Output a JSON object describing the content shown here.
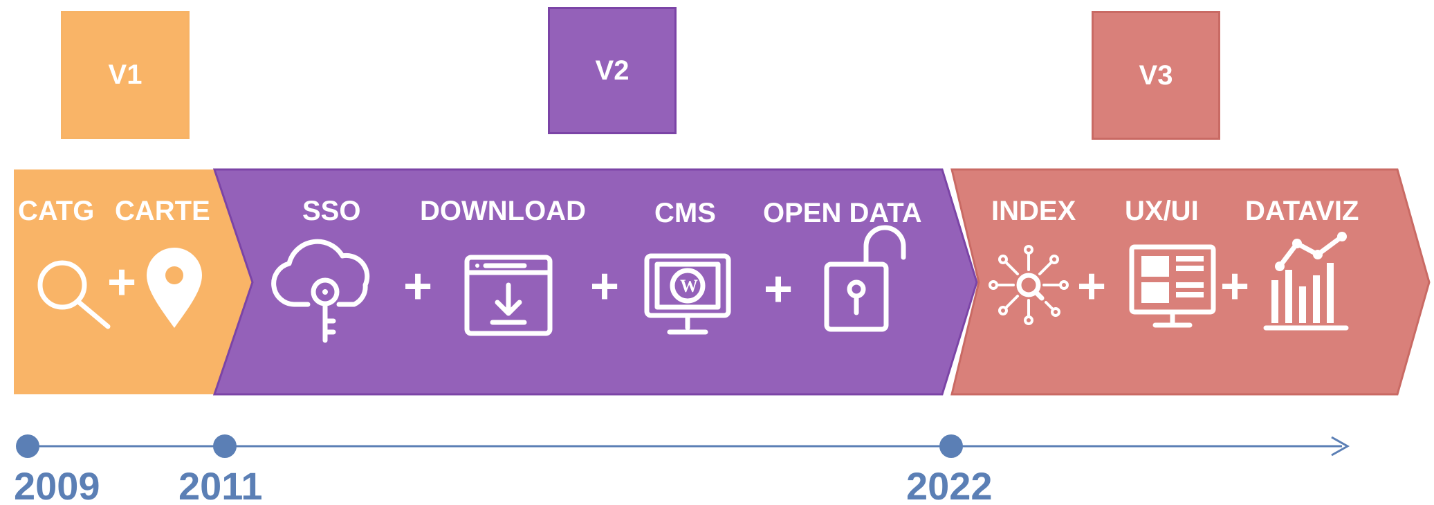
{
  "versions": [
    {
      "label": "V1",
      "color": "#f9b467",
      "border": "#f7b366"
    },
    {
      "label": "V2",
      "color": "#9461b9",
      "border": "#7b44a6"
    },
    {
      "label": "V3",
      "color": "#d9807a",
      "border": "#c96a64"
    }
  ],
  "segments": {
    "v1": {
      "features": [
        "CATG",
        "CARTE"
      ],
      "icons": [
        "search-icon",
        "map-pin-icon"
      ]
    },
    "v2": {
      "features": [
        "SSO",
        "DOWNLOAD",
        "CMS",
        "OPEN DATA"
      ],
      "icons": [
        "cloud-key-icon",
        "download-window-icon",
        "wordpress-monitor-icon",
        "unlocked-padlock-icon"
      ]
    },
    "v3": {
      "features": [
        "INDEX",
        "UX/UI",
        "DATAVIZ"
      ],
      "icons": [
        "network-search-icon",
        "dashboard-monitor-icon",
        "bar-chart-icon"
      ]
    }
  },
  "plus": "+",
  "timeline": {
    "years": [
      "2009",
      "2011",
      "2022"
    ],
    "line_color": "#5b7fb5"
  }
}
